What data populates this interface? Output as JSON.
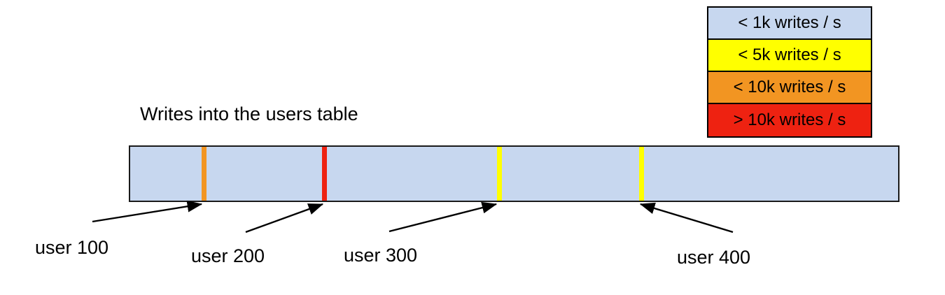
{
  "chart_data": {
    "type": "bar",
    "title": "Writes into the users table",
    "orientation": "horizontal-range",
    "description": "A single horizontal bar representing the users table, segmented by vertical colored stripes marking user-id boundaries. The bar body is colored for the '< 1k writes / s' bucket; individual stripes show hotter write rates.",
    "legend_position": "top-right",
    "legend": [
      {
        "label": "< 1k writes / s",
        "color": "#c7d7ef"
      },
      {
        "label": "< 5k writes / s",
        "color": "#ffff00"
      },
      {
        "label": "< 10k writes / s",
        "color": "#f29522"
      },
      {
        "label": "> 10k writes / s",
        "color": "#ee2211"
      }
    ],
    "bar": {
      "fill_color": "#c7d7ef",
      "fill_bucket": "< 1k writes / s",
      "border_color": "#1a1a1a"
    },
    "markers": [
      {
        "label": "user 100",
        "color": "#f29522",
        "bucket": "< 10k writes / s",
        "position_pct": 9.6
      },
      {
        "label": "user 200",
        "color": "#ee2211",
        "bucket": "> 10k writes / s",
        "position_pct": 25.2
      },
      {
        "label": "user 300",
        "color": "#ffff00",
        "bucket": "< 5k writes / s",
        "position_pct": 47.9
      },
      {
        "label": "user 400",
        "color": "#ffff00",
        "bucket": "< 5k writes / s",
        "position_pct": 66.4
      }
    ],
    "xlabel": "",
    "ylabel": ""
  },
  "legend": {
    "rows": [
      {
        "label": "< 1k writes / s"
      },
      {
        "label": "< 5k writes / s"
      },
      {
        "label": "< 10k writes / s"
      },
      {
        "label": "> 10k writes / s"
      }
    ]
  },
  "title": {
    "text": "Writes into the users table"
  },
  "callouts": [
    {
      "label": "user 100"
    },
    {
      "label": "user 200"
    },
    {
      "label": "user 300"
    },
    {
      "label": "user 400"
    }
  ]
}
